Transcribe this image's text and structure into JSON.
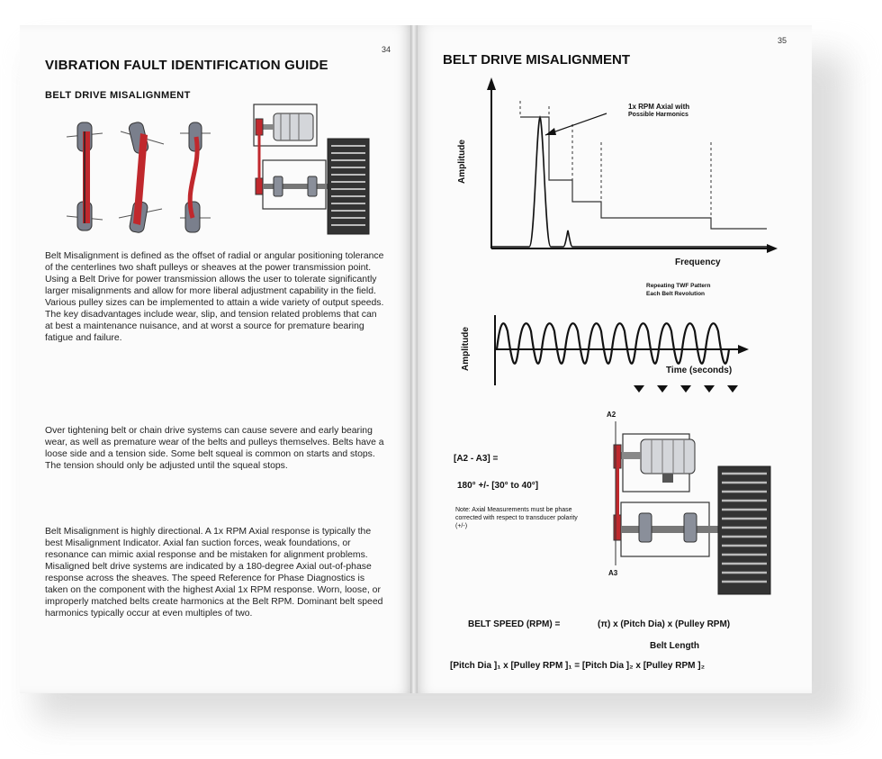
{
  "left_page": {
    "page_number": "34",
    "title": "VIBRATION FAULT IDENTIFICATION GUIDE",
    "subtitle": "BELT DRIVE MISALIGNMENT",
    "paragraphs": [
      "Belt Misalignment is defined as the offset of radial or angular positioning tolerance of the centerlines two shaft pulleys or sheaves at the power transmission point. Using a Belt Drive for power transmission allows the user to tolerate significantly larger misalignments and allow for more liberal adjustment capability in the field. Various pulley sizes can be implemented to attain a wide variety of output speeds. The key disadvantages include wear, slip, and tension related problems that can at best a maintenance nuisance, and at worst a source for premature bearing fatigue and failure.",
      "Over tightening belt or chain drive systems can cause severe and early bearing wear, as well as premature wear of the belts and pulleys themselves. Belts have a loose side and a tension side. Some belt squeal is common on starts and stops. The tension should only be adjusted until the squeal stops.",
      "Belt Misalignment is highly directional. A 1x RPM Axial response is typically the best Misalignment Indicator. Axial fan suction forces, weak foundations, or resonance can mimic axial response and be mistaken for alignment problems. Misaligned belt drive systems are indicated by a 180-degree Axial out-of-phase response across the sheaves. The speed Reference for Phase Diagnostics is taken on the component with the highest Axial 1x RPM response. Worn, loose, or improperly matched belts create harmonics at the Belt RPM. Dominant belt speed harmonics typically occur at even multiples of two."
    ]
  },
  "right_page": {
    "page_number": "35",
    "title": "BELT DRIVE MISALIGNMENT",
    "spectrum": {
      "ylabel": "Amplitude",
      "xlabel": "Frequency",
      "annotation_line1": "1x RPM Axial with",
      "annotation_line2": "Possible Harmonics"
    },
    "waveform": {
      "ylabel": "Amplitude",
      "xlabel": "Time (seconds)",
      "annotation_line1": "Repeating TWF Pattern",
      "annotation_line2": "Each Belt Revolution"
    },
    "phase": {
      "equation": "[A2 - A3] =",
      "value": "180° +/- [30° to 40°]",
      "note": "Note: Axial Measurements must be phase corrected with respect to transducer polarity (+/-)",
      "label_a2": "A2",
      "label_a3": "A3"
    },
    "formulas": {
      "belt_speed": "BELT SPEED (RPM) =",
      "belt_speed_rhs": "(π) x (Pitch Dia) x (Pulley RPM)",
      "belt_length": "Belt Length",
      "pitch": "[Pitch Dia ]₁ x [Pulley RPM ]₁ = [Pitch Dia ]₂ x [Pulley RPM ]₂"
    }
  },
  "colors": {
    "belt": "#c0282d",
    "ink": "#111111",
    "paper": "#fbfbfb"
  }
}
